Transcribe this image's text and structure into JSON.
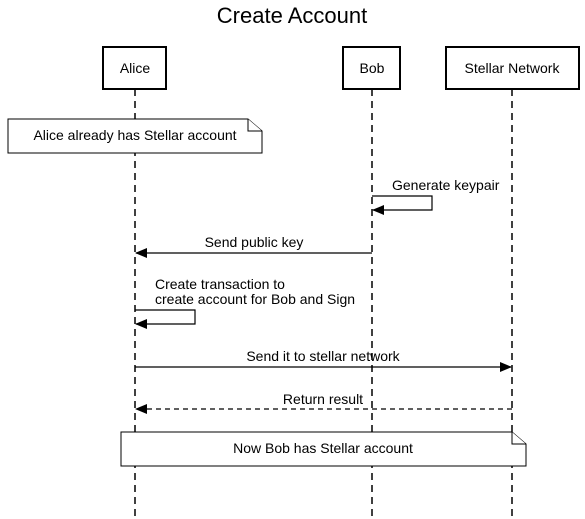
{
  "title": "Create Account",
  "actors": {
    "alice": "Alice",
    "bob": "Bob",
    "network": "Stellar Network"
  },
  "notes": {
    "alice_account": "Alice already has Stellar account",
    "bob_account": "Now Bob has Stellar account"
  },
  "messages": {
    "generate_keypair": "Generate keypair",
    "send_public_key": "Send public key",
    "create_tx_line1": "Create transaction to",
    "create_tx_line2": "create account for Bob and Sign",
    "send_to_network": "Send it to stellar network",
    "return_result": "Return result"
  }
}
